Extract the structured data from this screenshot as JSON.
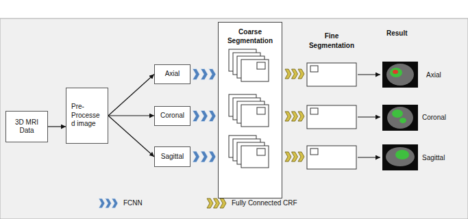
{
  "diagram": {
    "nodes": [
      {
        "text": [
          "3D MRI Data"
        ]
      },
      {
        "text": [
          "Pre- Processe d image"
        ]
      },
      {
        "text": [
          "Axial"
        ]
      },
      {
        "text": [
          "Coronal"
        ]
      },
      {
        "text": [
          "Sagittal"
        ]
      },
      {
        "text": [
          "Coarse Segmentation"
        ]
      }
    ],
    "edges": [
      {
        "from": 0,
        "to": 1,
        "arrow": "to"
      },
      {
        "from": 1,
        "to": 2,
        "arrow": "to"
      },
      {
        "from": 1,
        "to": 3,
        "arrow": "to"
      },
      {
        "from": 1,
        "to": 4,
        "arrow": "to"
      },
      {
        "from": 2,
        "to": 5,
        "arrow": "to"
      },
      {
        "from": 3,
        "to": 5,
        "arrow": "to"
      },
      {
        "from": 4,
        "to": 5,
        "arrow": "to"
      }
    ],
    "labels": [
      "Fine Segmentation",
      "Result",
      "Axial",
      "Coronal",
      "Sagittal"
    ],
    "legend": [
      {
        "text": "FCNN"
      },
      {
        "text": "Fully Connected CRF"
      }
    ]
  }
}
